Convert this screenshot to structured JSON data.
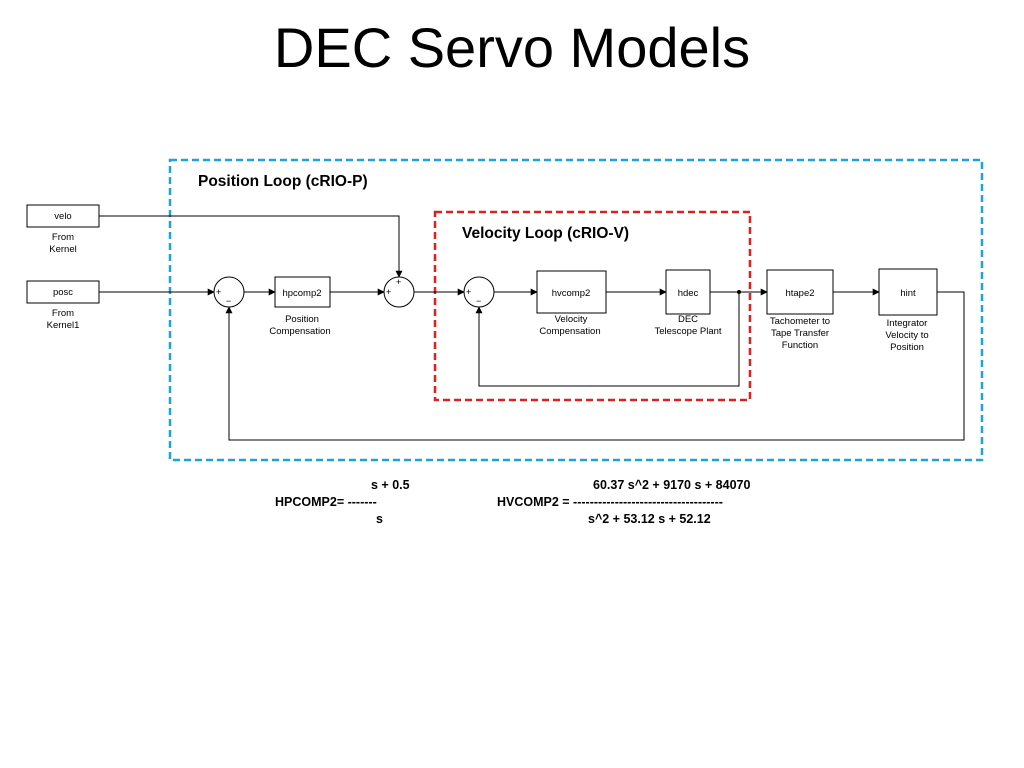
{
  "slide": {
    "title": "DEC Servo Models"
  },
  "loops": {
    "position": {
      "label": "Position Loop (cRIO-P)",
      "border_color": "#1AA3E0"
    },
    "velocity": {
      "label": "Velocity Loop (cRIO-V)",
      "border_color": "#E02020"
    }
  },
  "inputs": {
    "velo": {
      "label": "velo",
      "caption_1": "From",
      "caption_2": "Kernel"
    },
    "posc": {
      "label": "posc",
      "caption_1": "From",
      "caption_2": "Kernel1"
    }
  },
  "blocks": {
    "hpcomp2": {
      "label": "hpcomp2",
      "caption_1": "Position",
      "caption_2": "Compensation"
    },
    "hvcomp2": {
      "label": "hvcomp2",
      "caption_1": "Velocity",
      "caption_2": "Compensation"
    },
    "hdec": {
      "label": "hdec",
      "caption_1": "DEC",
      "caption_2": "Telescope Plant"
    },
    "htape2": {
      "label": "htape2",
      "caption_1": "Tachometer to",
      "caption_2": "Tape Transfer",
      "caption_3": "Function"
    },
    "hint": {
      "label": "hint",
      "caption_1": "Integrator",
      "caption_2": "Velocity to",
      "caption_3": "Position"
    }
  },
  "sums": {
    "sum1": {
      "sign_a": "+",
      "sign_b": "−"
    },
    "sum2": {
      "sign_a": "+",
      "sign_b": "+"
    },
    "sum3": {
      "sign_a": "+",
      "sign_b": "−"
    }
  },
  "equations": {
    "hpcomp2": {
      "numerator": "s + 0.5",
      "lhs": "HPCOMP2= -------",
      "denominator": "s"
    },
    "hvcomp2": {
      "numerator": "60.37 s^2 + 9170 s + 84070",
      "lhs": "HVCOMP2 = ------------------------------------",
      "denominator": "s^2 + 53.12 s + 52.12"
    }
  }
}
